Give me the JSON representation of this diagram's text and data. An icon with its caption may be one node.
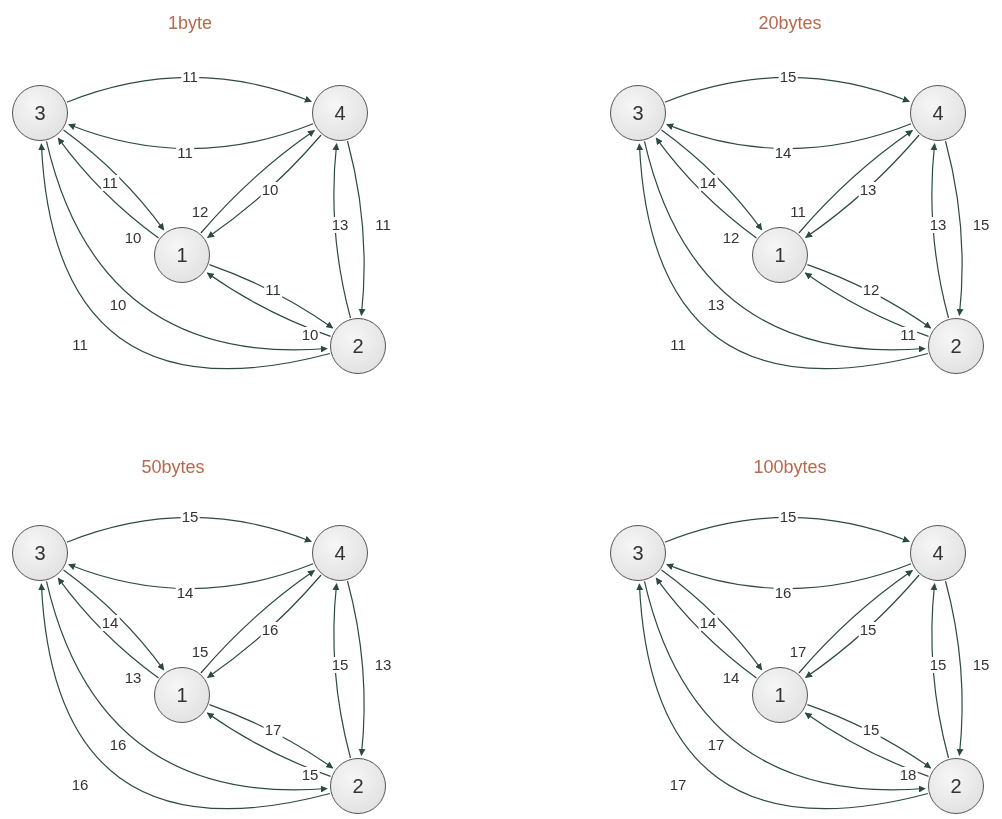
{
  "diagram": {
    "nodes": [
      {
        "text": [
          "3"
        ]
      },
      {
        "text": [
          "4"
        ]
      },
      {
        "text": [
          "1"
        ]
      },
      {
        "text": [
          "2"
        ]
      },
      {
        "text": [
          "3"
        ]
      },
      {
        "text": [
          "4"
        ]
      },
      {
        "text": [
          "1"
        ]
      },
      {
        "text": [
          "2"
        ]
      },
      {
        "text": [
          "3"
        ]
      },
      {
        "text": [
          "4"
        ]
      },
      {
        "text": [
          "1"
        ]
      },
      {
        "text": [
          "2"
        ]
      },
      {
        "text": [
          "3"
        ]
      },
      {
        "text": [
          "4"
        ]
      },
      {
        "text": [
          "1"
        ]
      },
      {
        "text": [
          "2"
        ]
      }
    ],
    "edges": [
      {
        "from": 0,
        "to": 1,
        "arrow": "to",
        "label": "11"
      },
      {
        "from": 1,
        "to": 0,
        "arrow": "to",
        "label": "11"
      },
      {
        "from": 0,
        "to": 2,
        "arrow": "to",
        "label": "11"
      },
      {
        "from": 2,
        "to": 0,
        "arrow": "to",
        "label": "10"
      },
      {
        "from": 2,
        "to": 1,
        "arrow": "to",
        "label": "12"
      },
      {
        "from": 1,
        "to": 2,
        "arrow": "to",
        "label": "10"
      },
      {
        "from": 2,
        "to": 3,
        "arrow": "to",
        "label": "11"
      },
      {
        "from": 3,
        "to": 2,
        "arrow": "to",
        "label": "10"
      },
      {
        "from": 3,
        "to": 1,
        "arrow": "to",
        "label": "13"
      },
      {
        "from": 1,
        "to": 3,
        "arrow": "to",
        "label": "11"
      },
      {
        "from": 0,
        "to": 3,
        "arrow": "to",
        "label": "10"
      },
      {
        "from": 3,
        "to": 0,
        "arrow": "to",
        "label": "11"
      },
      {
        "from": 4,
        "to": 5,
        "arrow": "to",
        "label": "15"
      },
      {
        "from": 5,
        "to": 4,
        "arrow": "to",
        "label": "14"
      },
      {
        "from": 4,
        "to": 6,
        "arrow": "to",
        "label": "14"
      },
      {
        "from": 6,
        "to": 4,
        "arrow": "to",
        "label": "12"
      },
      {
        "from": 6,
        "to": 5,
        "arrow": "to",
        "label": "11"
      },
      {
        "from": 5,
        "to": 6,
        "arrow": "to",
        "label": "13"
      },
      {
        "from": 6,
        "to": 7,
        "arrow": "to",
        "label": "12"
      },
      {
        "from": 7,
        "to": 6,
        "arrow": "to",
        "label": "11"
      },
      {
        "from": 7,
        "to": 5,
        "arrow": "to",
        "label": "13"
      },
      {
        "from": 5,
        "to": 7,
        "arrow": "to",
        "label": "15"
      },
      {
        "from": 4,
        "to": 7,
        "arrow": "to",
        "label": "13"
      },
      {
        "from": 7,
        "to": 4,
        "arrow": "to",
        "label": "11"
      },
      {
        "from": 8,
        "to": 9,
        "arrow": "to",
        "label": "15"
      },
      {
        "from": 9,
        "to": 8,
        "arrow": "to",
        "label": "14"
      },
      {
        "from": 8,
        "to": 10,
        "arrow": "to",
        "label": "14"
      },
      {
        "from": 10,
        "to": 8,
        "arrow": "to",
        "label": "13"
      },
      {
        "from": 10,
        "to": 9,
        "arrow": "to",
        "label": "15"
      },
      {
        "from": 9,
        "to": 10,
        "arrow": "to",
        "label": "16"
      },
      {
        "from": 10,
        "to": 11,
        "arrow": "to",
        "label": "17"
      },
      {
        "from": 11,
        "to": 10,
        "arrow": "to",
        "label": "15"
      },
      {
        "from": 11,
        "to": 9,
        "arrow": "to",
        "label": "15"
      },
      {
        "from": 9,
        "to": 11,
        "arrow": "to",
        "label": "13"
      },
      {
        "from": 8,
        "to": 11,
        "arrow": "to",
        "label": "16"
      },
      {
        "from": 11,
        "to": 8,
        "arrow": "to",
        "label": "16"
      },
      {
        "from": 12,
        "to": 13,
        "arrow": "to",
        "label": "15"
      },
      {
        "from": 13,
        "to": 12,
        "arrow": "to",
        "label": "16"
      },
      {
        "from": 12,
        "to": 14,
        "arrow": "to",
        "label": "14"
      },
      {
        "from": 14,
        "to": 12,
        "arrow": "to",
        "label": "14"
      },
      {
        "from": 14,
        "to": 13,
        "arrow": "to",
        "label": "17"
      },
      {
        "from": 13,
        "to": 14,
        "arrow": "to",
        "label": "15"
      },
      {
        "from": 14,
        "to": 15,
        "arrow": "to",
        "label": "15"
      },
      {
        "from": 15,
        "to": 14,
        "arrow": "to",
        "label": "18"
      },
      {
        "from": 15,
        "to": 13,
        "arrow": "to",
        "label": "15"
      },
      {
        "from": 13,
        "to": 15,
        "arrow": "to",
        "label": "15"
      },
      {
        "from": 12,
        "to": 15,
        "arrow": "to",
        "label": "17"
      },
      {
        "from": 15,
        "to": 12,
        "arrow": "to",
        "label": "17"
      }
    ],
    "labels": [
      "1byte",
      "20bytes",
      "50bytes",
      "100bytes"
    ]
  }
}
